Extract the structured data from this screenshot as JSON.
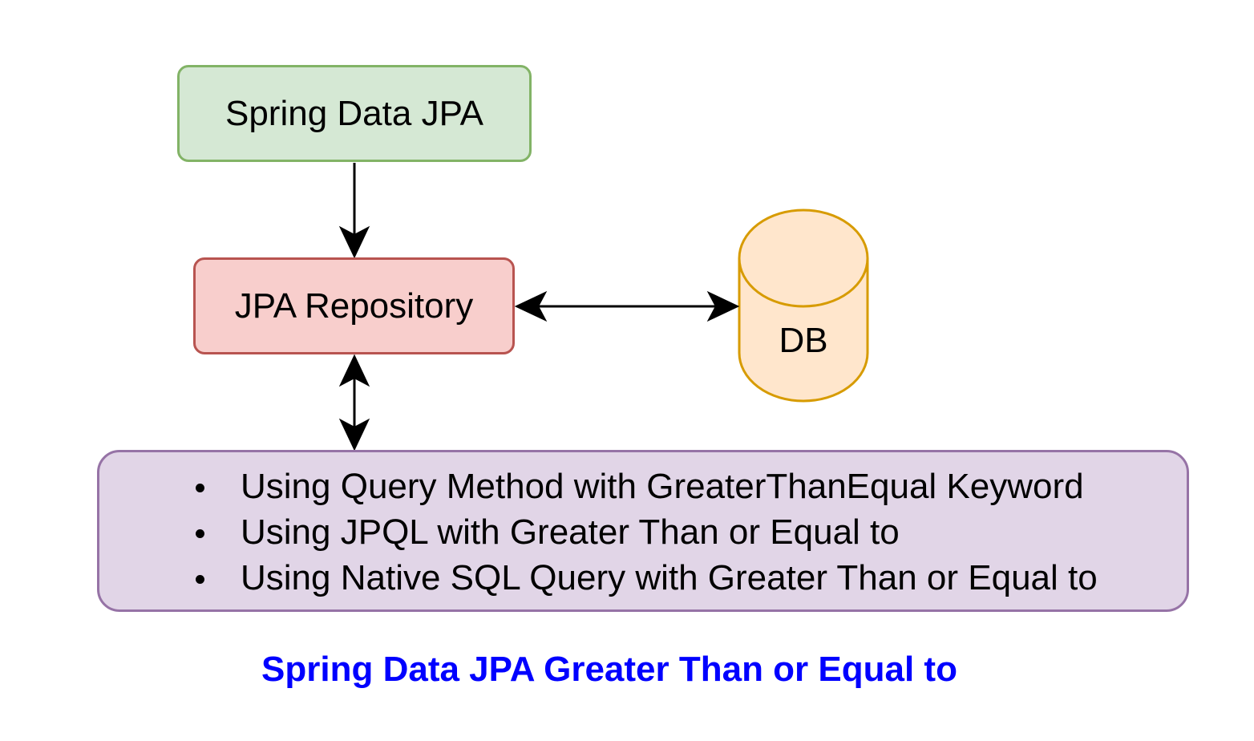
{
  "nodes": {
    "spring_data_jpa": "Spring Data JPA",
    "jpa_repository": "JPA Repository",
    "db": "DB"
  },
  "approaches": [
    "Using Query Method with GreaterThanEqual Keyword",
    "Using JPQL with Greater Than or Equal to",
    "Using Native SQL Query with Greater Than or Equal to"
  ],
  "caption": "Spring Data JPA Greater Than or Equal to",
  "colors": {
    "spring_fill": "#d5e8d4",
    "spring_stroke": "#82b366",
    "repo_fill": "#f8cecc",
    "repo_stroke": "#b85450",
    "db_fill": "#ffe6cc",
    "db_stroke": "#d79b00",
    "list_fill": "#e1d5e7",
    "list_stroke": "#9673a6",
    "caption": "#0000ff",
    "arrow": "#000000"
  }
}
